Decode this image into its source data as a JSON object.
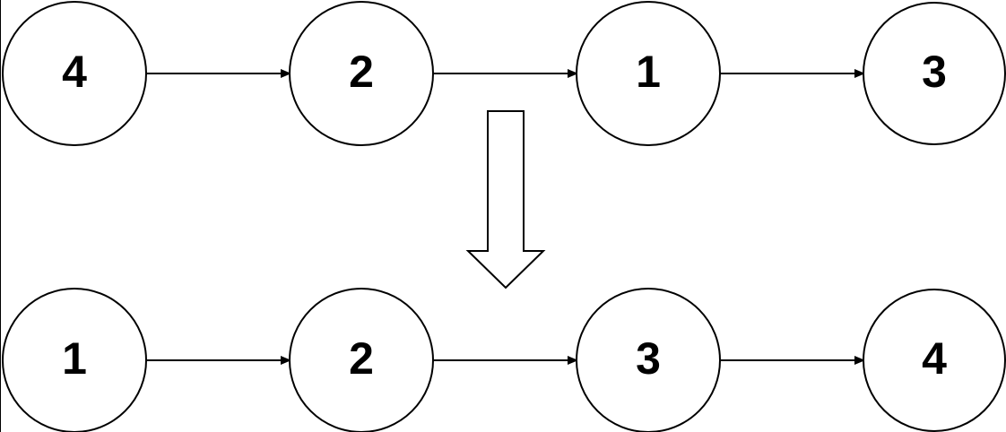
{
  "colors": {
    "stroke": "#000000",
    "fill": "#ffffff",
    "text": "#000000"
  },
  "before_list": {
    "nodes": [
      "4",
      "2",
      "1",
      "3"
    ]
  },
  "after_list": {
    "nodes": [
      "1",
      "2",
      "3",
      "4"
    ]
  },
  "transform_arrow": {
    "icon": "down-arrow-icon"
  }
}
